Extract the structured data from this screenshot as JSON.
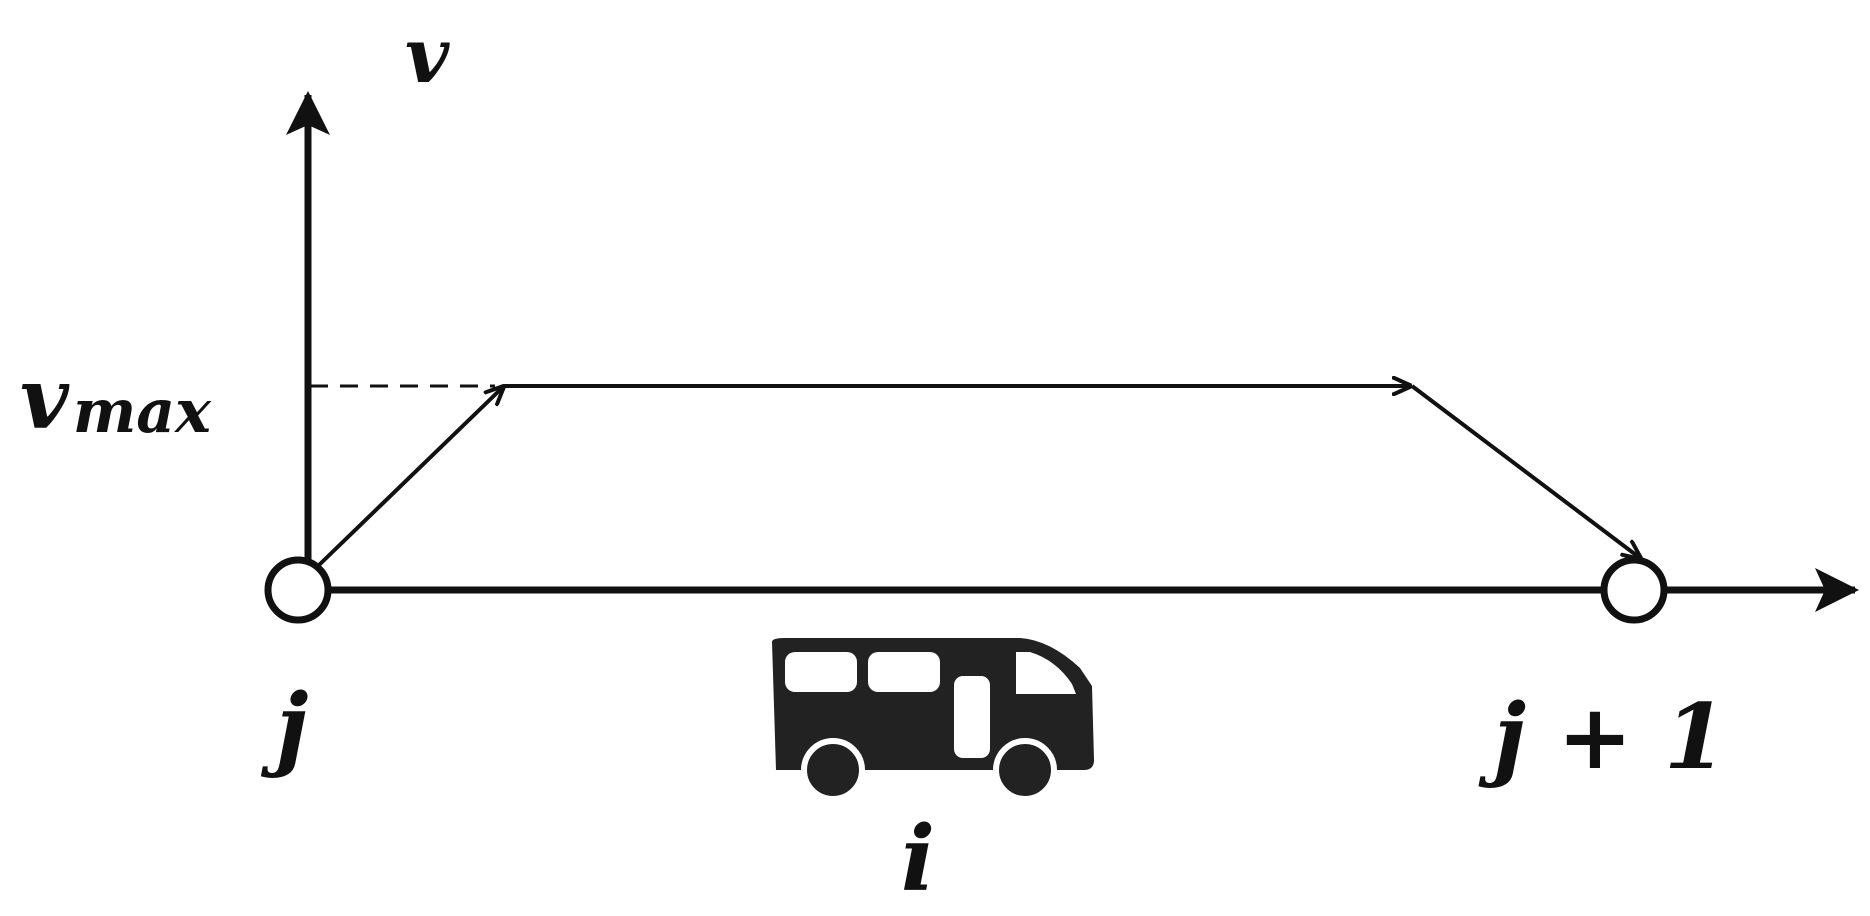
{
  "diagram": {
    "axis_labels": {
      "v": "v",
      "v_main": "v",
      "v_subscript": "max"
    },
    "node_labels": {
      "start": "j",
      "end": "j + 1"
    },
    "vehicle_label": "i",
    "colors": {
      "ink": "#111111",
      "background": "#ffffff"
    },
    "icons": {
      "vehicle": "van-icon"
    }
  }
}
